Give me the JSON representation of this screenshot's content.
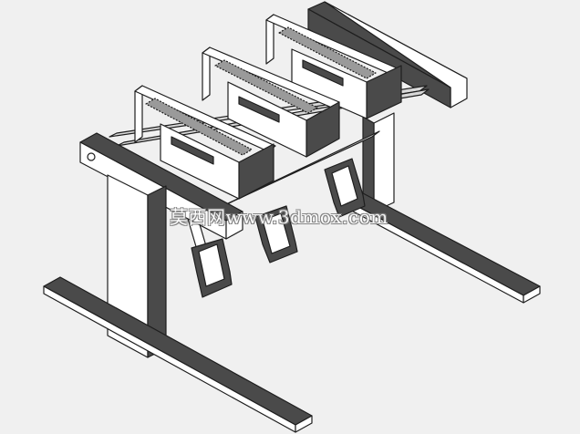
{
  "watermark": {
    "text": "莫西网www.3dmox.com"
  },
  "colors": {
    "background": "#f0f0f0",
    "light_face": "#ffffff",
    "dark_face": "#4a4a4a",
    "outline": "#1e1e1e",
    "rod": "#d8d8d8",
    "spring": "#9a9a9a"
  },
  "model": {
    "subject": "pedal-rack",
    "pedal_units": 3,
    "side_stands": 2
  }
}
